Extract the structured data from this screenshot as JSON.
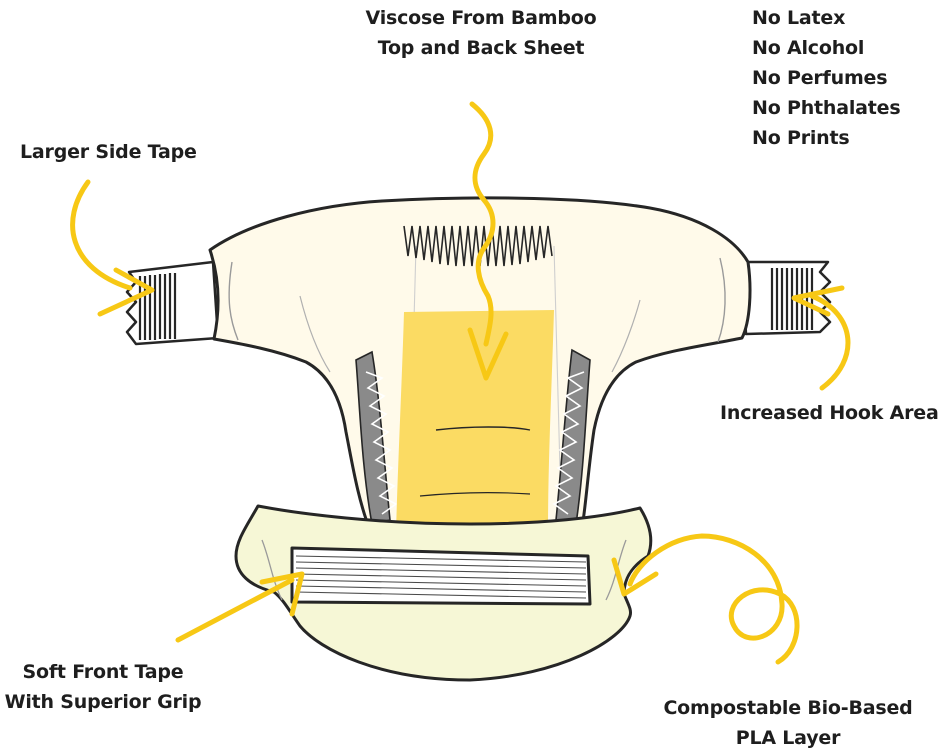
{
  "labels": {
    "viscose": [
      "Viscose From Bamboo",
      "Top and Back Sheet"
    ],
    "free_from": [
      "No Latex",
      "No Alcohol",
      "No Perfumes",
      "No Phthalates",
      "No Prints"
    ],
    "side_tape": "Larger Side Tape",
    "hook_area": "Increased Hook Area",
    "front_tape": [
      "Soft Front Tape",
      "With Superior Grip"
    ],
    "pla_layer": [
      "Compostable Bio-Based",
      "PLA Layer"
    ]
  },
  "colors": {
    "arrow": "#f7c815",
    "core": "#fbdb63",
    "diaper_body": "#fffaea",
    "front_panel": "#f6f7d6",
    "outline": "#262626",
    "cuff": "#8a8a8a",
    "text": "#1e1e1e"
  }
}
